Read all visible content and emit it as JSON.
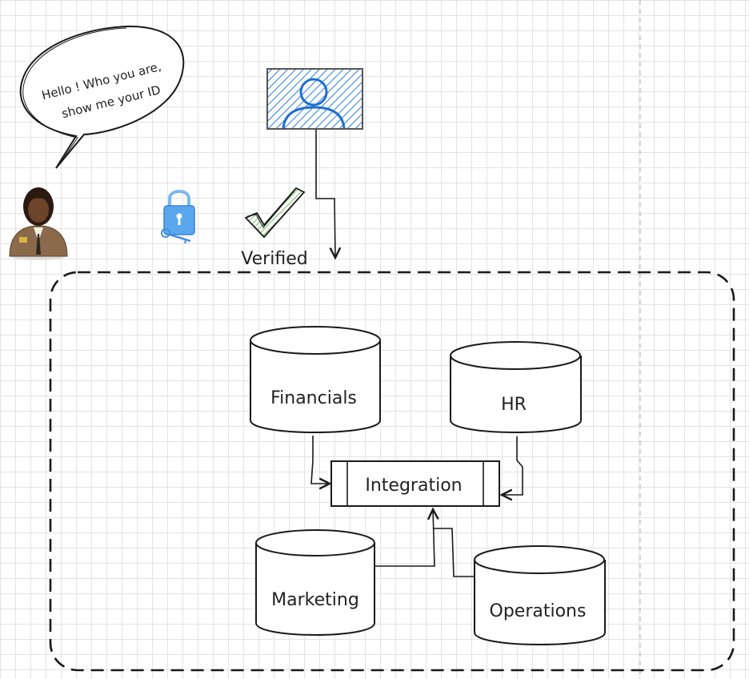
{
  "speech_bubble": {
    "line1": "Hello ! Who you are,",
    "line2": "show me your ID"
  },
  "verified_label": "Verified",
  "databases": {
    "financials": "Financials",
    "hr": "HR",
    "marketing": "Marketing",
    "operations": "Operations"
  },
  "integration_label": "Integration",
  "colors": {
    "stroke": "#1a1a1a",
    "photo_blue": "#2b7fe0",
    "check_green": "#79c267",
    "lock_blue": "#5aa7ee",
    "guard_uniform": "#8a6a4a"
  },
  "icons": [
    "guard-avatar-icon",
    "lock-key-icon",
    "checkmark-icon",
    "id-photo-icon"
  ]
}
